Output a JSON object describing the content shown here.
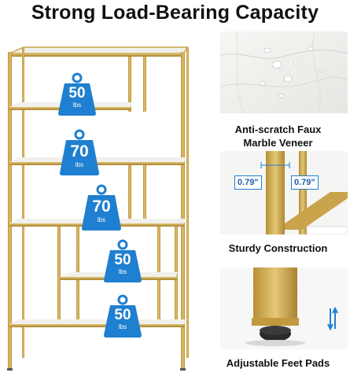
{
  "header": {
    "title": "Strong Load-Bearing Capacity"
  },
  "load_tags": [
    {
      "value": "50",
      "unit": "lbs"
    },
    {
      "value": "70",
      "unit": "lbs"
    },
    {
      "value": "70",
      "unit": "lbs"
    },
    {
      "value": "50",
      "unit": "lbs"
    },
    {
      "value": "50",
      "unit": "lbs"
    }
  ],
  "features": [
    {
      "caption_line1": "Anti-scratch Faux",
      "caption_line2": "Marble Veneer"
    },
    {
      "caption": "Sturdy Construction",
      "dim_left": "0.79\"",
      "dim_right": "0.79\""
    },
    {
      "caption": "Adjustable Feet Pads"
    }
  ],
  "colors": {
    "gold": "#c9a44a",
    "blue": "#1f7fd0",
    "marble": "#f3f3f1"
  }
}
